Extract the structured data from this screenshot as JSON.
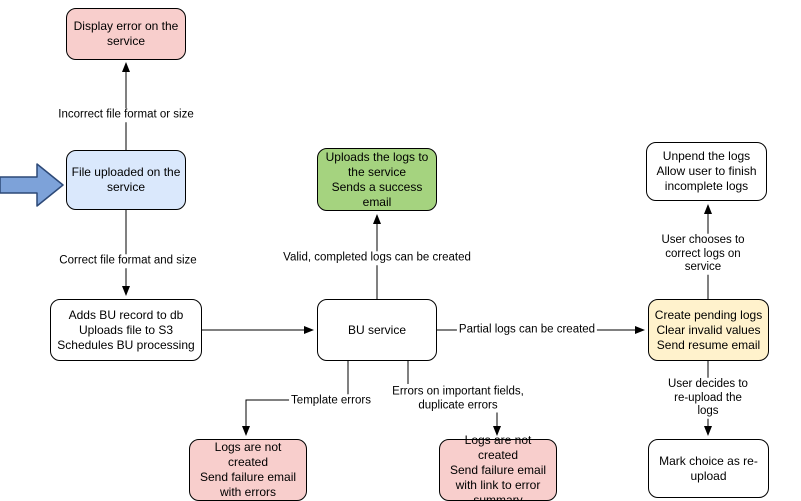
{
  "nodes": {
    "display_error": {
      "text": "Display error on the\nservice",
      "fill": "#f8cecc"
    },
    "file_uploaded": {
      "text": "File uploaded on the\nservice",
      "fill": "#dae8fc"
    },
    "adds_bu": {
      "text": "Adds BU record to db\nUploads file to S3\nSchedules BU processing",
      "fill": "#ffffff"
    },
    "bu_service": {
      "text": "BU service",
      "fill": "#ffffff"
    },
    "success_upload": {
      "text": "Uploads the logs to\nthe service\nSends a success\nemail",
      "fill": "#a5d37f"
    },
    "unpend": {
      "text": "Unpend the logs\nAllow user to finish\nincomplete logs",
      "fill": "#ffffff"
    },
    "create_pending": {
      "text": "Create pending logs\nClear invalid values\nSend resume email",
      "fill": "#fff2cc"
    },
    "mark_reupload": {
      "text": "Mark choice as re-\nupload",
      "fill": "#ffffff"
    },
    "fail_errors": {
      "text": "Logs are not created\nSend failure email\nwith errors",
      "fill": "#f8cecc"
    },
    "fail_summary": {
      "text": "Logs are not created\nSend failure email\nwith link to error\nsummary",
      "fill": "#f8cecc"
    }
  },
  "edge_labels": {
    "incorrect": "Incorrect file format or size",
    "correct": "Correct file format and size",
    "valid": "Valid, completed logs can be created",
    "partial": "Partial logs can be created",
    "template": "Template errors",
    "important": "Errors on important fields,\nduplicate errors",
    "user_chooses": "User chooses to correct logs on service",
    "user_decides": "User decides to re-upload the logs"
  },
  "colors": {
    "node_border": "#000000",
    "edge_stroke": "#000000",
    "pink_fill": "#f8cecc",
    "blue_fill": "#dae8fc",
    "green_fill": "#a5d37f",
    "yellow_fill": "#fff2cc",
    "white_fill": "#ffffff",
    "input_arrow_fill": "#7da2d9",
    "input_arrow_stroke": "#2d4977"
  }
}
